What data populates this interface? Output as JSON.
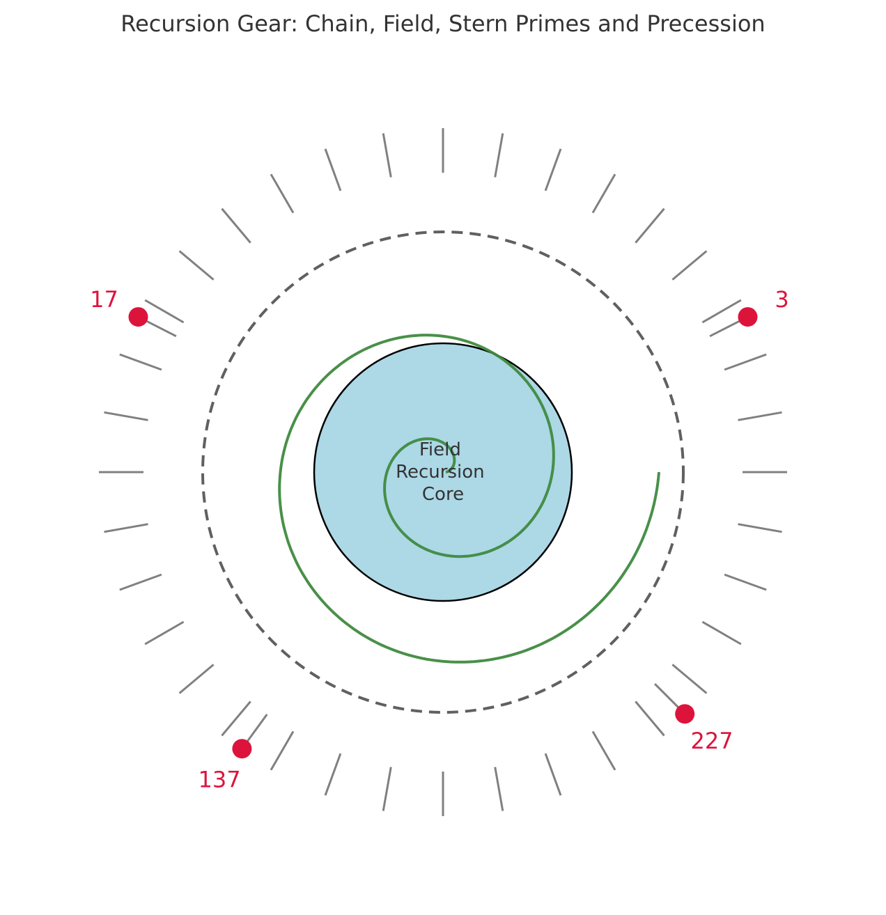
{
  "title": "Recursion Gear: Chain, Field, Stern Primes and Precession",
  "core": {
    "lines": [
      "Field",
      "Recursion",
      "Core"
    ],
    "fill_color": "#add8e6",
    "stroke_color": "#000000"
  },
  "gear": {
    "tooth_count": 36,
    "tooth_color": "#808080"
  },
  "precession_ring": {
    "style": "dashed",
    "color": "#606060"
  },
  "chain_spiral": {
    "color": "#3f8a3f",
    "turns": 2
  },
  "stern_primes": {
    "color": "#dc143c",
    "markers": [
      {
        "label": "3",
        "angle_deg": 27
      },
      {
        "label": "17",
        "angle_deg": 153
      },
      {
        "label": "137",
        "angle_deg": 234
      },
      {
        "label": "227",
        "angle_deg": 315
      }
    ]
  }
}
